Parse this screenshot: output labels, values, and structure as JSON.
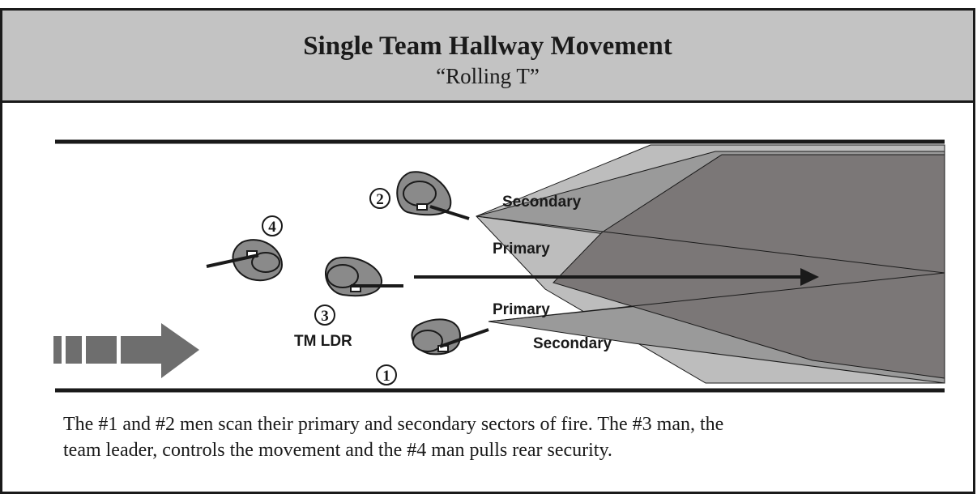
{
  "header": {
    "title": "Single Team Hallway Movement",
    "subtitle": "“Rolling T”"
  },
  "diagram": {
    "sector_labels": {
      "upper_secondary": "Secondary",
      "upper_primary": "Primary",
      "lower_primary": "Primary",
      "lower_secondary": "Secondary"
    },
    "team_labels": {
      "man_1": "1",
      "man_2": "2",
      "man_3": "3",
      "man_4": "4",
      "team_leader": "TM LDR"
    },
    "colors": {
      "header_bg": "#c3c3c3",
      "sector_light": "#bdbdbd",
      "sector_medium": "#9a9a9a",
      "sector_dark": "#7b7777",
      "soldier_fill": "#8a8a8a",
      "line": "#1a1a1a"
    }
  },
  "caption": {
    "line1": "The #1 and #2 men scan their primary and secondary sectors of fire. The #3 man, the",
    "line2": "team leader, controls the movement and the #4 man pulls rear security."
  }
}
